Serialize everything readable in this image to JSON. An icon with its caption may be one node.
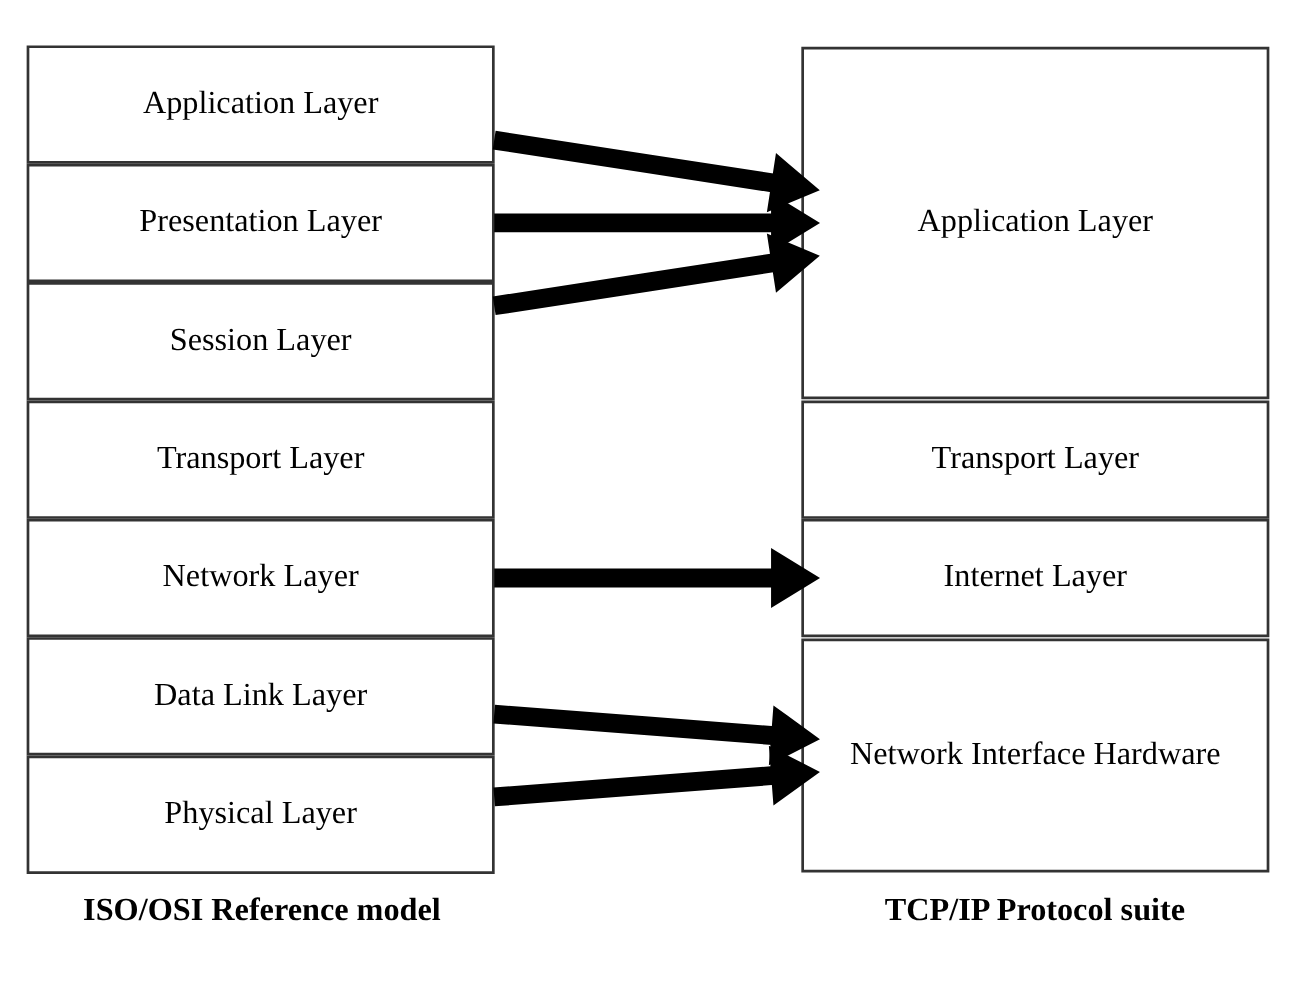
{
  "diagram": {
    "nodes": [
      {
        "text": [
          "Application Layer"
        ]
      },
      {
        "text": [
          "Presentation Layer"
        ]
      },
      {
        "text": [
          "Session Layer"
        ]
      },
      {
        "text": [
          "Transport Layer"
        ]
      },
      {
        "text": [
          "Network Layer"
        ]
      },
      {
        "text": [
          "Data Link Layer"
        ]
      },
      {
        "text": [
          "Physical Layer"
        ]
      },
      {
        "text": [
          "Application Layer"
        ]
      },
      {
        "text": [
          "Transport Layer"
        ]
      },
      {
        "text": [
          "Internet Layer"
        ]
      },
      {
        "text": [
          "Network Interface Hardware"
        ]
      }
    ],
    "edges": [
      {
        "from": 0,
        "to": 7,
        "arrow": "to"
      },
      {
        "from": 1,
        "to": 7,
        "arrow": "to"
      },
      {
        "from": 2,
        "to": 7,
        "arrow": "to"
      },
      {
        "from": 4,
        "to": 9,
        "arrow": "to"
      },
      {
        "from": 5,
        "to": 10,
        "arrow": "to"
      },
      {
        "from": 6,
        "to": 10,
        "arrow": "to"
      }
    ],
    "labels": [
      "ISO/OSI Reference model",
      "TCP/IP Protocol suite"
    ]
  }
}
